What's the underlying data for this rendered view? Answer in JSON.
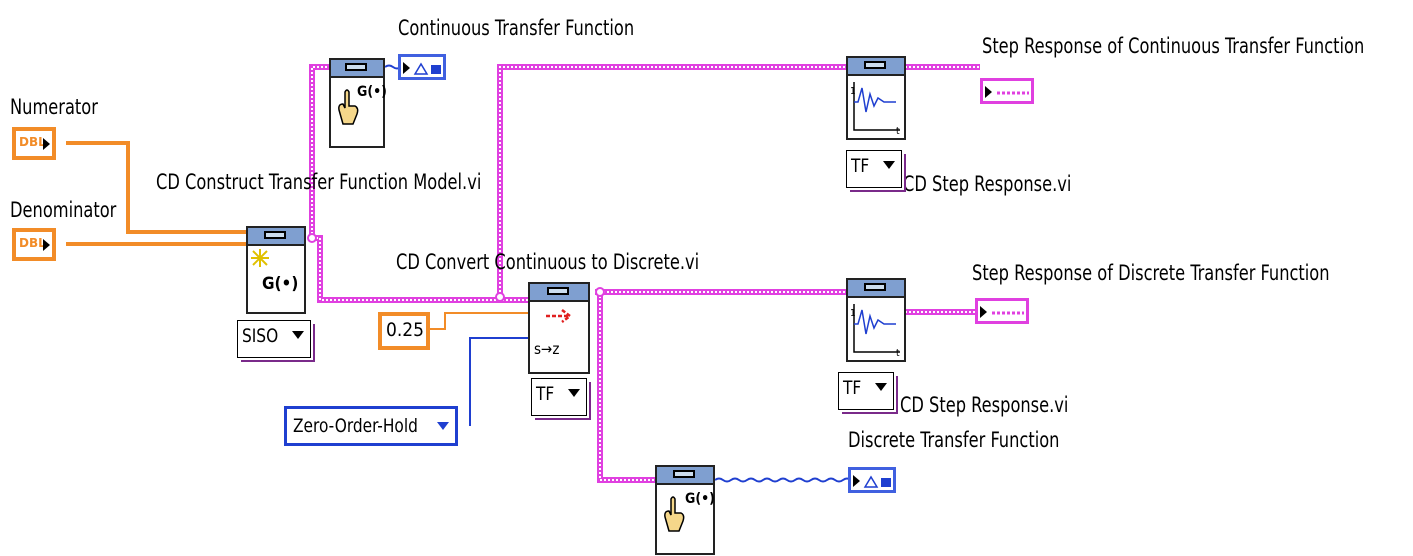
{
  "labels": {
    "numerator": "Numerator",
    "denominator": "Denominator",
    "continuous_tf": "Continuous Transfer Function",
    "construct_vi": "CD Construct Transfer Function Model.vi",
    "convert_vi": "CD Convert Continuous to Discrete.vi",
    "step_cont": "Step Response of Continuous Transfer Function",
    "step_disc": "Step Response of Discrete  Transfer Function",
    "step_vi_1": "CD Step Response.vi",
    "step_vi_2": "CD Step Response.vi",
    "discrete_tf": "Discrete Transfer Function"
  },
  "controls": {
    "numerator_type": "DBL",
    "denominator_type": "DBL",
    "model_type": "SISO",
    "sample_time": "0.25",
    "method": "Zero-Order-Hold",
    "step_tf_1": "TF",
    "step_tf_2": "TF",
    "convert_tf": "TF"
  },
  "icons": {
    "construct": "G(•)",
    "convert": "s→z",
    "draw": "G(•)"
  },
  "colors": {
    "tf_wire": "#e040e0",
    "dbl_wire": "#f28c28",
    "enum_wire": "#1f3fd0"
  }
}
